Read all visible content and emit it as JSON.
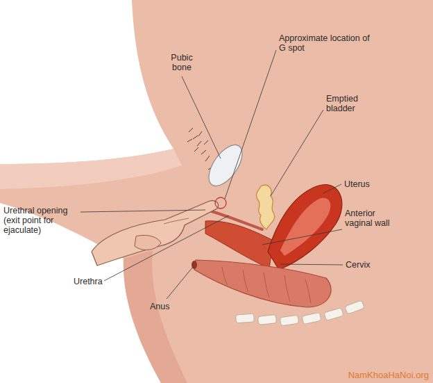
{
  "diagram": {
    "labels": [
      "Pubic bone",
      "Approximate location of G spot",
      "Emptied bladder",
      "Uterus",
      "Anterior vaginal wall",
      "Cervix",
      "Urethral opening (exit point for ejaculate)",
      "Urethra",
      "Anus",
      "NamKhoaHaNoi.org"
    ]
  }
}
